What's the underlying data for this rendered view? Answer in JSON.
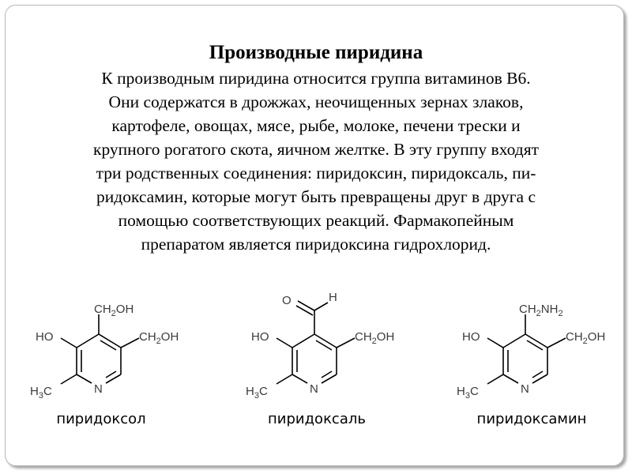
{
  "slide": {
    "title": "Производные пиридина",
    "body_lines": [
      "К производным пиридина относится группа витаминов В6.",
      "Они содержатся в дрожжах, неочищенных зернах злаков,",
      "картофеле, овощах, мясе, рыбе, молоке, печени трески и",
      "крупного рогатого скота, яичном желтке. В эту группу входят",
      "три родственных соединения: пиридоксин, пиридоксаль, пи-",
      "ридоксамин, которые могут быть превращены друг в друга с",
      "помощью соответствующих реакций. Фармакопейным",
      "препаратом является пиридоксина гидрохлорид."
    ]
  },
  "structures": {
    "pyridoxol": {
      "name": "пиридоксол",
      "top_group": "CH2OH",
      "right_group": "CH2OH",
      "left_group": "HO",
      "methyl_group": "H3C",
      "ring_n": "N"
    },
    "pyridoxal": {
      "name": "пиридоксаль",
      "aldehyde_o": "O",
      "aldehyde_h": "H",
      "right_group": "CH2OH",
      "left_group": "HO",
      "methyl_group": "H3C",
      "ring_n": "N"
    },
    "pyridoxamine": {
      "name": "пиридоксамин",
      "top_group": "CH2NH2",
      "right_group": "CH2OH",
      "left_group": "HO",
      "methyl_group": "H3C",
      "ring_n": "N"
    }
  },
  "colors": {
    "bond": "#000000",
    "heteroatom_label": "#3a3a3a"
  }
}
